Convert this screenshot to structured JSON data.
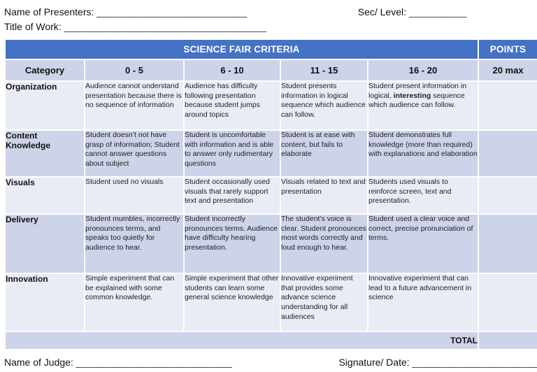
{
  "form": {
    "presenters_label": "Name of Presenters: ",
    "presenters_blank": "__________________________",
    "sec_level_label": "Sec/ Level: ",
    "sec_level_blank": "__________",
    "title_label": "Title of Work: ",
    "title_blank": "___________________________________",
    "judge_label": "Name of Judge: ",
    "judge_blank": "___________________________",
    "signature_label": "Signature/ Date: ",
    "signature_blank": "______________________"
  },
  "table": {
    "title": "SCIENCE FAIR CRITERIA",
    "points_header": "POINTS",
    "columns": [
      "Category",
      "0  - 5",
      "6 - 10",
      "11 - 15",
      "16 - 20",
      "20 max"
    ],
    "rows": [
      {
        "category": "Organization",
        "c1": "Audience cannot understand presentation because there is no sequence of information",
        "c2": "Audience has difficulty following presentation because student jumps around topics",
        "c3": "Student presents information in logical sequence which audience can follow.",
        "c4_pre": "Student present information in logical, ",
        "c4_bold": "interesting",
        "c4_post": " sequence which audience can follow."
      },
      {
        "category": "Content Knowledge",
        "c1": "Student doesn’t not have grasp of information; Student cannot answer questions about subject",
        "c2": "Student is uncomfortable with information and is able to answer only rudimentary questions",
        "c3": "Student is at ease with content, but fails to elaborate",
        "c4": "Student demonstrates full knowledge (more than required) with explanations and elaboration"
      },
      {
        "category": "Visuals",
        "c1": "Student used no visuals",
        "c2": "Student occasionally used visuals that rarely support text and presentation",
        "c3": "Visuals related to text and presentation",
        "c4": "Students used visuals to reinforce screen, text and presentation."
      },
      {
        "category": "Delivery",
        "c1": "Student mumbles, incorrectly pronounces terms, and speaks too quietly for audience to hear.",
        "c2": "Student incorrectly pronounces terms. Audience have difficulty hearing presentation.",
        "c3": "The student’s voice is clear. Student pronounces most words correctly and loud enough to hear.",
        "c4": "Student used a clear voice and correct, precise pronunciation of terms."
      },
      {
        "category": "Innovation",
        "c1": "Simple experiment that can be explained with some common knowledge.",
        "c2": "Simple experiment that other students can learn some general science knowledge",
        "c3": "Innovative experiment that provides some advance science understanding for all audiences",
        "c4": "Innovative experiment that can lead to a future advancement in science"
      }
    ],
    "total_label": "TOTAL"
  },
  "colors": {
    "header_blue": "#4472C4",
    "band_dark": "#CDD3E8",
    "band_light": "#E9EBF5"
  }
}
